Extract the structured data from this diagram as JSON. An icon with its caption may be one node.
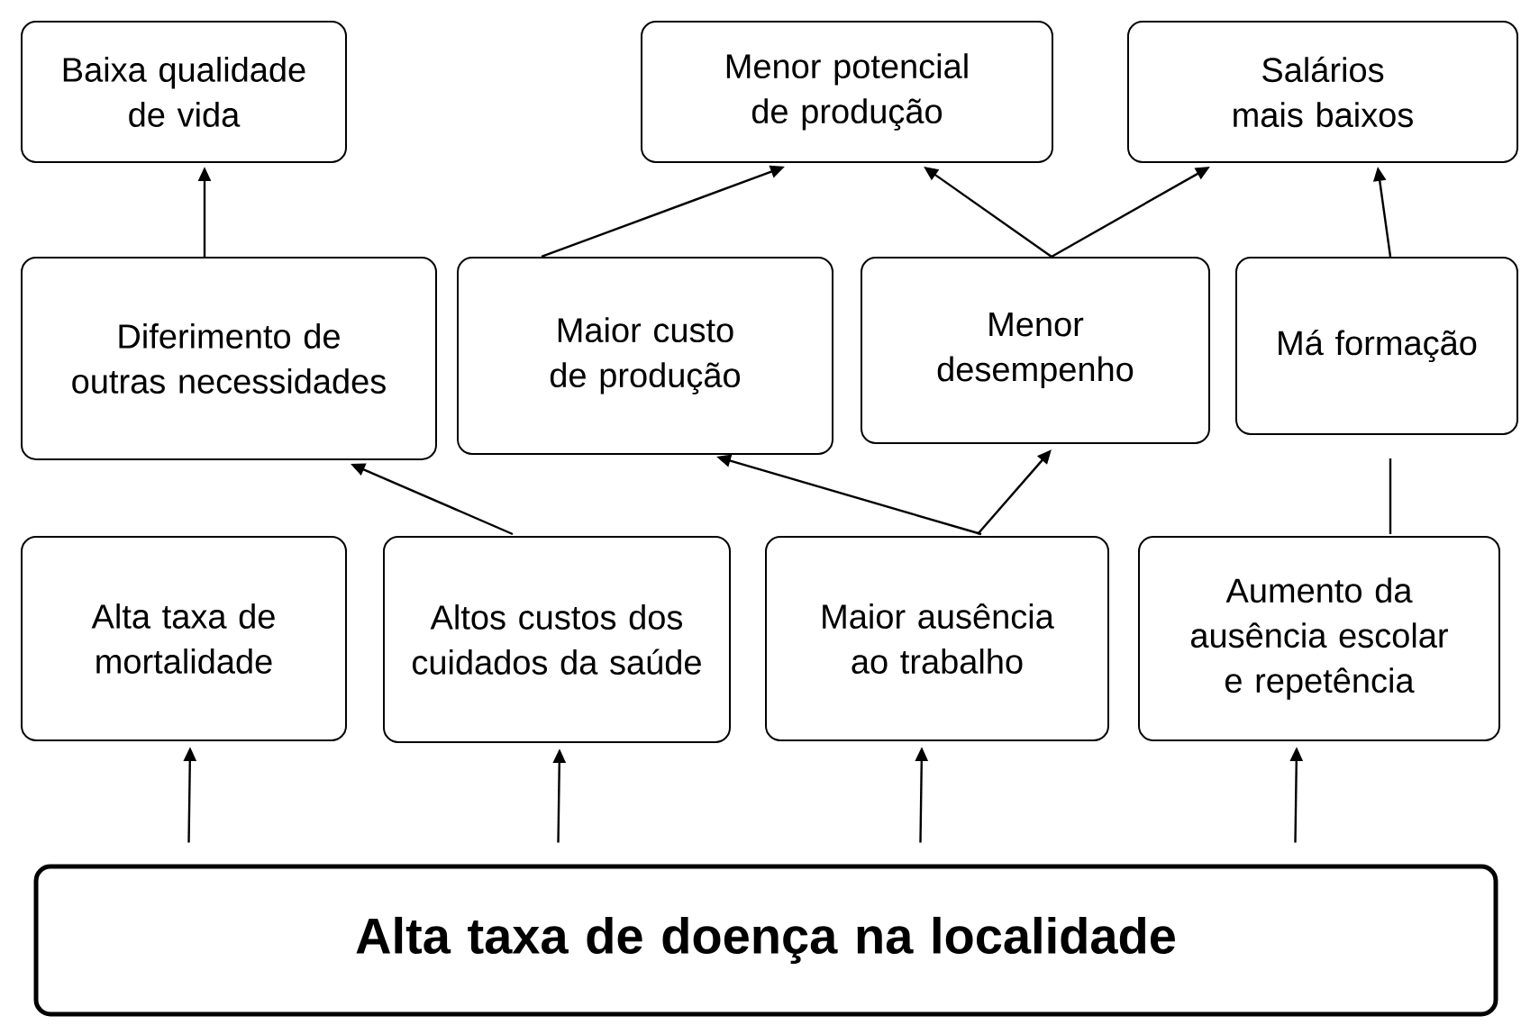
{
  "diagram": {
    "nodes": [
      {
        "text": [
          "Baixa qualidade de vida"
        ]
      },
      {
        "text": [
          "Menor potencial de produção"
        ]
      },
      {
        "text": [
          "Salários mais baixos"
        ]
      },
      {
        "text": [
          "Diferimento de outras necessidades"
        ]
      },
      {
        "text": [
          "Maior custo de produção"
        ]
      },
      {
        "text": [
          "Menor desempenho"
        ]
      },
      {
        "text": [
          "Má formação"
        ]
      },
      {
        "text": [
          "Alta taxa de mortalidade"
        ]
      },
      {
        "text": [
          "Altos custos dos cuidados da saúde"
        ]
      },
      {
        "text": [
          "Maior ausência ao trabalho"
        ]
      },
      {
        "text": [
          "Aumento da ausência escolar e repetência"
        ]
      },
      {
        "text": [
          "Alta taxa de doença na localidade"
        ]
      }
    ],
    "edges": [
      {
        "from": 11,
        "to": 7,
        "arrow": "to"
      },
      {
        "from": 11,
        "to": 8,
        "arrow": "to"
      },
      {
        "from": 11,
        "to": 9,
        "arrow": "to"
      },
      {
        "from": 11,
        "to": 10,
        "arrow": "to"
      },
      {
        "from": 8,
        "to": 3,
        "arrow": "to"
      },
      {
        "from": 9,
        "to": 4,
        "arrow": "to"
      },
      {
        "from": 9,
        "to": 5,
        "arrow": "to"
      },
      {
        "from": 10,
        "to": 6,
        "arrow": "none"
      },
      {
        "from": 3,
        "to": 0,
        "arrow": "to"
      },
      {
        "from": 4,
        "to": 1,
        "arrow": "to"
      },
      {
        "from": 5,
        "to": 1,
        "arrow": "to"
      },
      {
        "from": 5,
        "to": 2,
        "arrow": "to"
      },
      {
        "from": 6,
        "to": 2,
        "arrow": "to"
      }
    ]
  }
}
